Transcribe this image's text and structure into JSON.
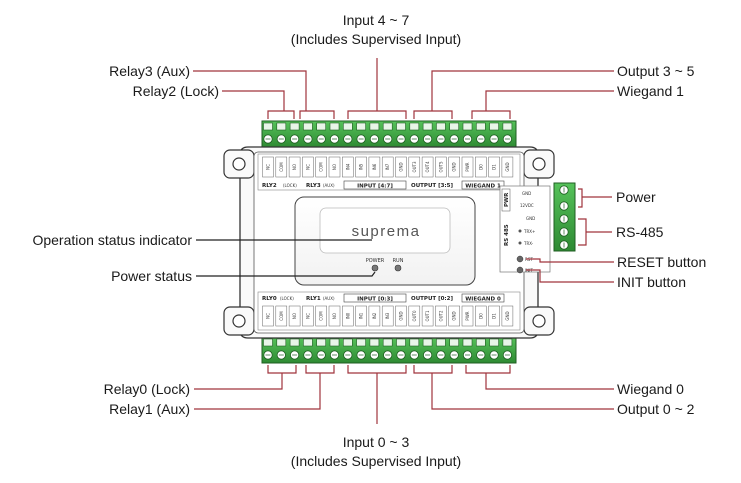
{
  "callouts": {
    "input_4_7_line1": "Input 4 ~ 7",
    "input_4_7_line2": "(Includes Supervised Input)",
    "relay3": "Relay3 (Aux)",
    "relay2": "Relay2 (Lock)",
    "output_3_5": "Output 3 ~ 5",
    "wiegand_1": "Wiegand 1",
    "power": "Power",
    "rs485": "RS-485",
    "reset_button": "RESET button",
    "init_button": "INIT button",
    "operation_status": "Operation status indicator",
    "power_status": "Power status",
    "relay0": "Relay0 (Lock)",
    "relay1": "Relay1 (Aux)",
    "wiegand_0": "Wiegand 0",
    "output_0_2": "Output 0 ~ 2",
    "input_0_3_line1": "Input 0 ~ 3",
    "input_0_3_line2": "(Includes Supervised Input)"
  },
  "device": {
    "brand": "suprema",
    "led_power": "POWER",
    "led_run": "RUN"
  },
  "top_labels": {
    "rly2": "RLY2",
    "rly2_sub": "(LOCK)",
    "rly3": "RLY3",
    "rly3_sub": "(AUX)",
    "input": "INPUT [4:7]",
    "output": "OUTPUT [3:5]",
    "wiegand": "WIEGAND 1"
  },
  "bottom_labels": {
    "rly0": "RLY0",
    "rly0_sub": "(LOCK)",
    "rly1": "RLY1",
    "rly1_sub": "(AUX)",
    "input": "INPUT [0:3]",
    "output": "OUTPUT [0:2]",
    "wiegand": "WIEGAND 0"
  },
  "side_panel": {
    "pwr": "PWR",
    "gnd": "GND",
    "vdc": "12VDC",
    "rs485": "RS 485",
    "gnd2": "GND",
    "txrx_p": "TRX+",
    "txrx_n": "TRX-",
    "rst": "RST",
    "init": "INIT"
  },
  "top_pins": [
    "NC",
    "COM",
    "NO",
    "NC",
    "COM",
    "NO",
    "IN4",
    "IN5",
    "IN6",
    "IN7",
    "GND",
    "OUT3",
    "OUT4",
    "OUT5",
    "GND",
    "PWR",
    "D0",
    "D1",
    "GND"
  ],
  "bottom_pins": [
    "NC",
    "COM",
    "NO",
    "NC",
    "COM",
    "NO",
    "IN0",
    "IN1",
    "IN2",
    "IN3",
    "GND",
    "OUT0",
    "OUT1",
    "OUT2",
    "GND",
    "PWR",
    "D0",
    "D1",
    "GND"
  ],
  "colors": {
    "leader_line": "#a0343c",
    "terminal_block": "#3aa03e",
    "body": "#ffffff",
    "outline": "#333333"
  }
}
